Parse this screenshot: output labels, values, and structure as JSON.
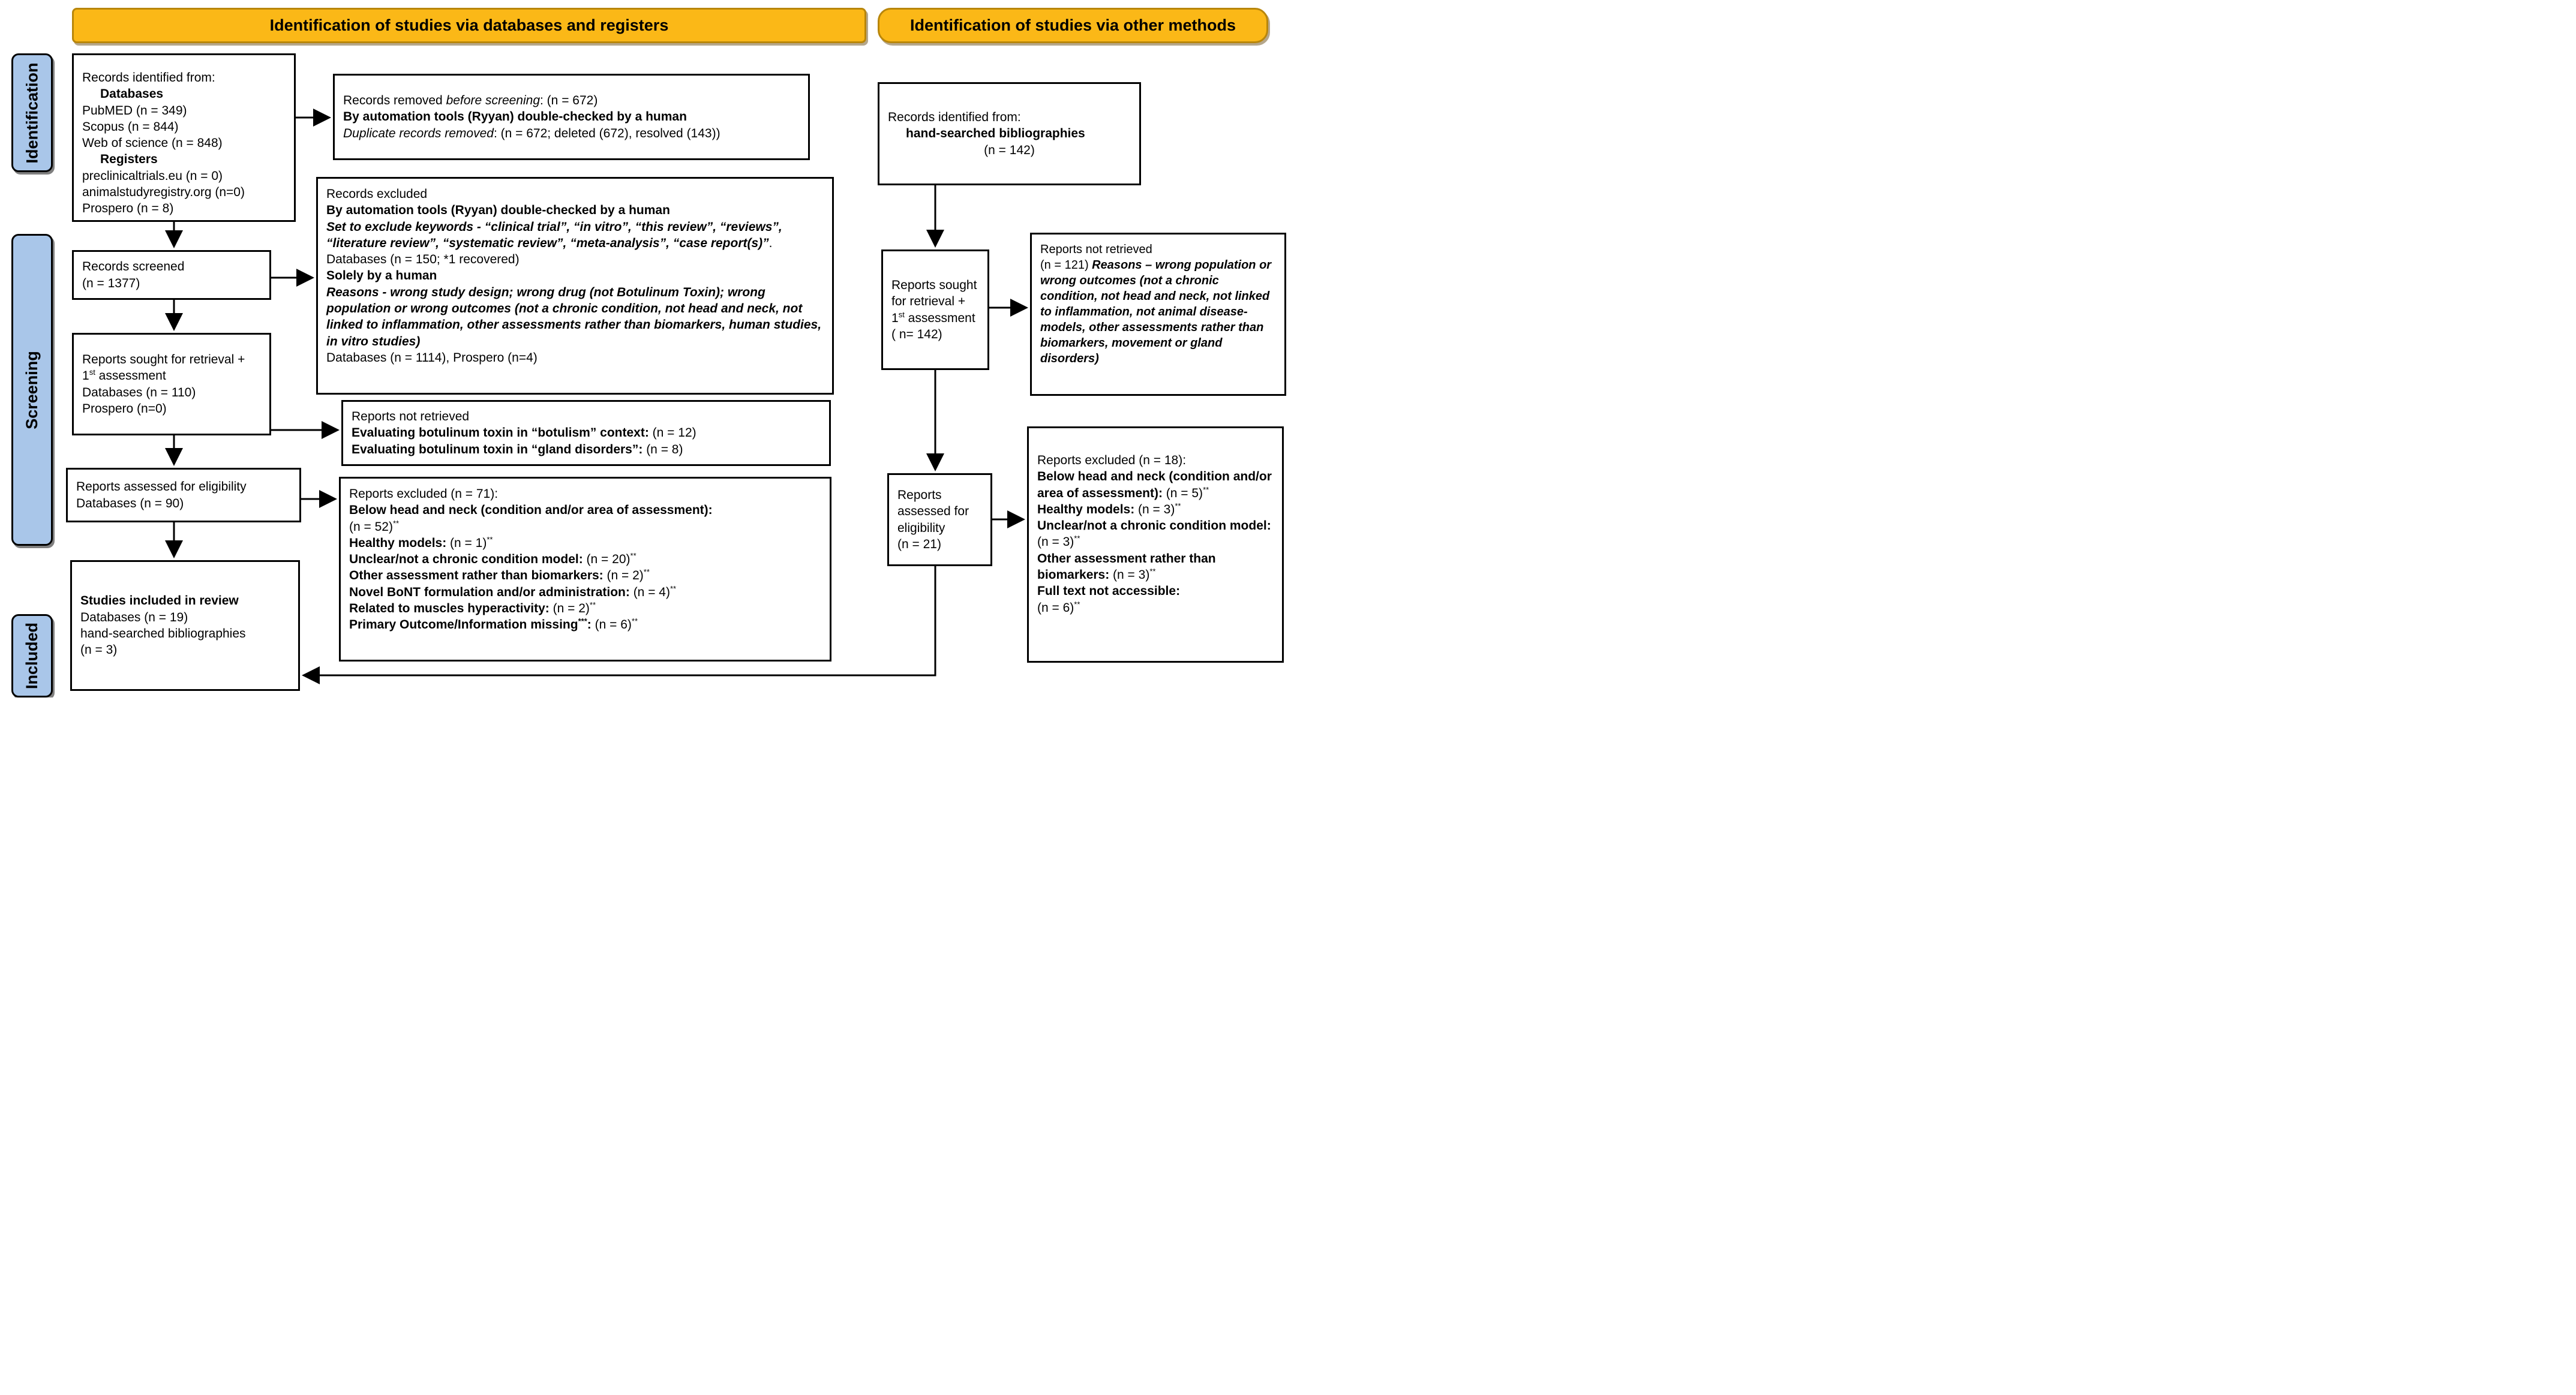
{
  "colors": {
    "banner_fill": "#FBB817",
    "banner_border": "#B8860B",
    "sidebar_fill": "#A9C6E9",
    "ink": "#000000",
    "paper": "#FFFFFF"
  },
  "banners": {
    "databases": "Identification of studies via databases and registers",
    "other": "Identification of studies via other methods"
  },
  "sidebar": {
    "identification": "Identification",
    "screening": "Screening",
    "included": "Included"
  },
  "boxes": {
    "records_identified_db": {
      "lines": [
        {
          "runs": [
            {
              "t": "Records identified from:"
            }
          ]
        },
        {
          "indent": true,
          "runs": [
            {
              "t": "Databases",
              "b": true
            }
          ]
        },
        {
          "runs": [
            {
              "t": "PubMED (n = 349)"
            }
          ]
        },
        {
          "runs": [
            {
              "t": "Scopus (n = 844)"
            }
          ]
        },
        {
          "runs": [
            {
              "t": "Web of science (n = 848)"
            }
          ]
        },
        {
          "indent": true,
          "runs": [
            {
              "t": "Registers",
              "b": true
            }
          ]
        },
        {
          "runs": [
            {
              "t": "preclinicaltrials.eu (n = 0)"
            }
          ]
        },
        {
          "runs": [
            {
              "t": "animalstudyregistry.org (n=0)"
            }
          ]
        },
        {
          "runs": [
            {
              "t": "Prospero (n = 8)"
            }
          ]
        }
      ]
    },
    "records_removed": {
      "lines": [
        {
          "runs": [
            {
              "t": "Records removed "
            },
            {
              "t": "before screening",
              "i": true
            },
            {
              "t": ": (n = 672)"
            }
          ]
        },
        {
          "runs": [
            {
              "t": "By automation tools (Ryyan) double-checked by a human",
              "b": true
            }
          ]
        },
        {
          "runs": [
            {
              "t": "Duplicate records removed",
              "i": true
            },
            {
              "t": ": (n = 672; deleted (672), resolved (143))"
            }
          ]
        }
      ]
    },
    "records_excluded": {
      "lines": [
        {
          "runs": [
            {
              "t": "Records excluded"
            }
          ]
        },
        {
          "runs": [
            {
              "t": "By automation tools (Ryyan) double-checked by a human",
              "b": true
            }
          ]
        },
        {
          "runs": [
            {
              "t": "Set to exclude keywords",
              "b": true,
              "i": true
            },
            {
              "t": " - ",
              "b": true,
              "i": true
            },
            {
              "t": "“clinical trial”, “in vitro”, “this review”, “reviews”, “literature review”, “systematic review”, “meta-analysis”, “case report(s)”",
              "b": true,
              "i": true
            },
            {
              "t": ". Databases (n = 150; *1 recovered)"
            }
          ]
        },
        {
          "runs": [
            {
              "t": "Solely by a human",
              "b": true
            }
          ]
        },
        {
          "runs": [
            {
              "t": "Reasons",
              "b": true,
              "i": true
            },
            {
              "t": " - wrong study design; wrong drug (not Botulinum Toxin); wrong population or wrong outcomes (not a chronic condition, not head and neck, not linked to inflammation, other assessments rather than biomarkers, human studies, in vitro studies)",
              "b": true,
              "i": true
            }
          ]
        },
        {
          "runs": [
            {
              "t": "Databases (n = 1114), Prospero (n=4)"
            }
          ]
        }
      ]
    },
    "records_screened": {
      "lines": [
        {
          "runs": [
            {
              "t": "Records screened"
            }
          ]
        },
        {
          "runs": [
            {
              "t": "(n = 1377)"
            }
          ]
        }
      ]
    },
    "reports_sought_db": {
      "lines": [
        {
          "runs": [
            {
              "t": "Reports sought for retrieval + 1"
            },
            {
              "t": "st",
              "sup": true
            },
            {
              "t": " assessment"
            }
          ]
        },
        {
          "runs": [
            {
              "t": "Databases (n = 110)"
            }
          ]
        },
        {
          "runs": [
            {
              "t": "Prospero (n=0)"
            }
          ]
        }
      ]
    },
    "reports_not_retrieved_db": {
      "lines": [
        {
          "runs": [
            {
              "t": "Reports not retrieved"
            }
          ]
        },
        {
          "runs": [
            {
              "t": "Evaluating botulinum toxin in “botulism” context:",
              "b": true
            },
            {
              "t": " (n = 12)"
            }
          ]
        },
        {
          "runs": [
            {
              "t": "Evaluating botulinum toxin in “gland disorders”:",
              "b": true
            },
            {
              "t": " (n = 8)"
            }
          ]
        }
      ]
    },
    "reports_assessed_db": {
      "lines": [
        {
          "runs": [
            {
              "t": "Reports assessed for eligibility"
            }
          ]
        },
        {
          "runs": [
            {
              "t": "Databases (n = 90)"
            }
          ]
        }
      ]
    },
    "reports_excluded_71": {
      "lines": [
        {
          "runs": [
            {
              "t": "Reports excluded (n = 71):"
            }
          ]
        },
        {
          "runs": [
            {
              "t": "Below head and neck (condition and/or area of assessment):",
              "b": true
            }
          ]
        },
        {
          "runs": [
            {
              "t": " (n = 52)"
            },
            {
              "t": "**",
              "sup": true
            }
          ]
        },
        {
          "runs": [
            {
              "t": "Healthy models:",
              "b": true
            },
            {
              "t": " (n = 1)"
            },
            {
              "t": "**",
              "sup": true
            }
          ]
        },
        {
          "runs": [
            {
              "t": "Unclear/not a chronic condition model:",
              "b": true
            },
            {
              "t": " (n = 20)"
            },
            {
              "t": "**",
              "sup": true
            }
          ]
        },
        {
          "runs": [
            {
              "t": "Other assessment rather than biomarkers:",
              "b": true
            },
            {
              "t": " (n = 2)"
            },
            {
              "t": "**",
              "sup": true
            }
          ]
        },
        {
          "runs": [
            {
              "t": "Novel BoNT formulation and/or administration:",
              "b": true
            },
            {
              "t": " (n = 4)"
            },
            {
              "t": "**",
              "sup": true
            }
          ]
        },
        {
          "runs": [
            {
              "t": "Related to muscles hyperactivity:",
              "b": true
            },
            {
              "t": " (n = 2)"
            },
            {
              "t": "**",
              "sup": true
            }
          ]
        },
        {
          "runs": [
            {
              "t": "Primary Outcome/Information missing",
              "b": true
            },
            {
              "t": "***",
              "sup": true,
              "b": true
            },
            {
              "t": ":",
              "b": true
            },
            {
              "t": " (n = 6)"
            },
            {
              "t": "**",
              "sup": true
            }
          ]
        }
      ]
    },
    "studies_included": {
      "lines": [
        {
          "runs": [
            {
              "t": "Studies included in review",
              "b": true
            }
          ]
        },
        {
          "runs": [
            {
              "t": "Databases (n = 19)"
            }
          ]
        },
        {
          "runs": [
            {
              "t": "hand-searched bibliographies"
            }
          ]
        },
        {
          "runs": [
            {
              "t": "(n = 3)"
            }
          ]
        }
      ]
    },
    "records_identified_other": {
      "lines": [
        {
          "runs": [
            {
              "t": "Records identified from:"
            }
          ]
        },
        {
          "indent": true,
          "runs": [
            {
              "t": "hand-searched bibliographies",
              "b": true
            }
          ]
        },
        {
          "center": true,
          "runs": [
            {
              "t": "(n = 142)"
            }
          ]
        }
      ]
    },
    "reports_sought_other": {
      "lines": [
        {
          "runs": [
            {
              "t": "Reports sought for retrieval + 1"
            },
            {
              "t": "st",
              "sup": true
            },
            {
              "t": " assessment"
            }
          ]
        },
        {
          "runs": [
            {
              "t": "( n= 142)"
            }
          ]
        }
      ]
    },
    "reports_not_retrieved_other": {
      "lines": [
        {
          "runs": [
            {
              "t": "Reports not retrieved"
            }
          ]
        },
        {
          "runs": [
            {
              "t": "(n = 121) "
            },
            {
              "t": "Reasons",
              "b": true,
              "i": true
            },
            {
              "t": " – wrong population or wrong outcomes (not a chronic condition, not head and neck, not linked to inflammation, not animal disease-models, other assessments rather than biomarkers, movement or gland disorders)",
              "b": true,
              "i": true
            }
          ]
        }
      ]
    },
    "reports_assessed_other": {
      "lines": [
        {
          "runs": [
            {
              "t": "Reports assessed for eligibility"
            }
          ]
        },
        {
          "runs": [
            {
              "t": " (n = 21)"
            }
          ]
        }
      ]
    },
    "reports_excluded_18": {
      "lines": [
        {
          "runs": [
            {
              "t": "Reports excluded (n = 18):"
            }
          ]
        },
        {
          "runs": [
            {
              "t": "Below head and neck (condition and/or area of assessment):",
              "b": true
            },
            {
              "t": " (n = 5)"
            },
            {
              "t": "**",
              "sup": true
            }
          ]
        },
        {
          "runs": [
            {
              "t": "Healthy models:",
              "b": true
            },
            {
              "t": " (n = 3)"
            },
            {
              "t": "**",
              "sup": true
            }
          ]
        },
        {
          "runs": [
            {
              "t": "Unclear/not a chronic condition model:",
              "b": true
            },
            {
              "t": " (n = 3)"
            },
            {
              "t": "**",
              "sup": true
            }
          ]
        },
        {
          "runs": [
            {
              "t": "Other assessment rather than biomarkers:",
              "b": true
            },
            {
              "t": " (n = 3)"
            },
            {
              "t": "**",
              "sup": true
            }
          ]
        },
        {
          "runs": [
            {
              "t": "Full text not accessible:",
              "b": true
            }
          ]
        },
        {
          "runs": [
            {
              "t": "(n = 6)"
            },
            {
              "t": "**",
              "sup": true
            }
          ]
        }
      ]
    }
  }
}
